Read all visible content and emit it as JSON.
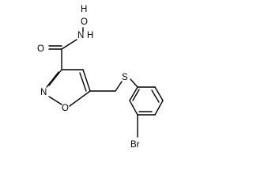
{
  "molecule": {
    "atom_labels": {
      "n_amide": "N",
      "h_on_n": "H",
      "o_top": "O",
      "h_on_o": "H",
      "o_carbonyl": "O",
      "n_ring": "N",
      "o_ring": "O",
      "s": "S",
      "br": "Br"
    }
  }
}
